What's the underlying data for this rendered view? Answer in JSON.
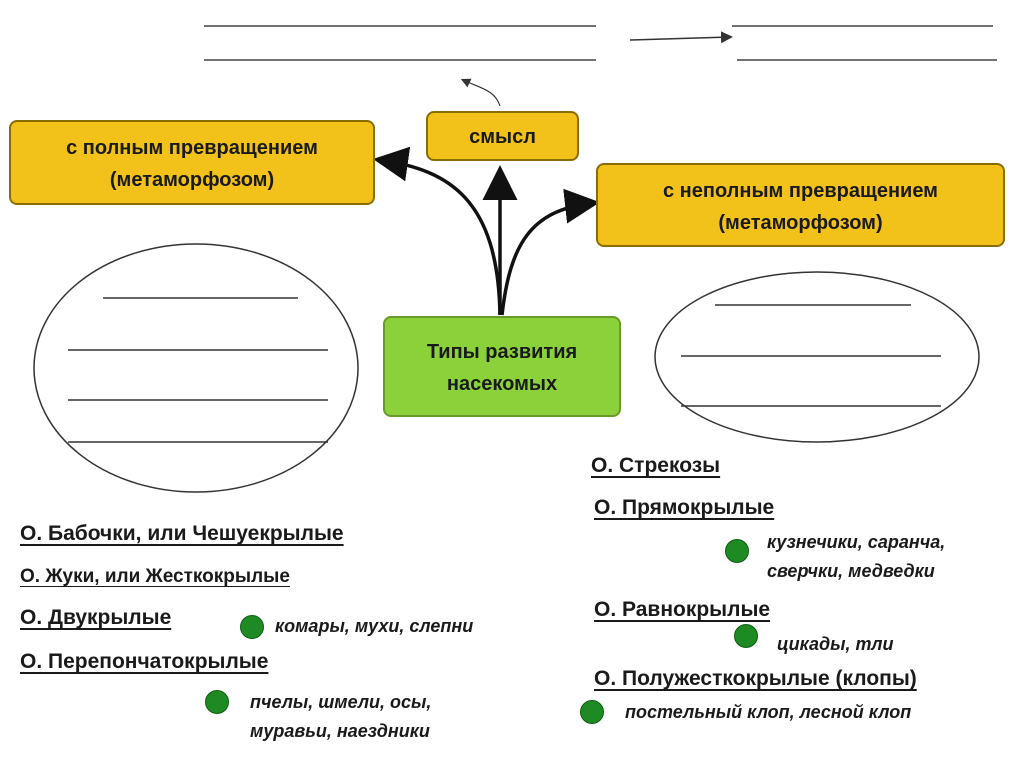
{
  "center_node": {
    "line1": "Типы развития",
    "line2": "насекомых"
  },
  "complete_node": {
    "line1": "с полным превращением",
    "line2": "(метаморфозом)"
  },
  "incomplete_node": {
    "line1": "с неполным превращением",
    "line2": "(метаморфозом)"
  },
  "meaning_node": {
    "label": "смысл"
  },
  "left_orders": [
    {
      "label": "О. Бабочки, или Чешуекрылые"
    },
    {
      "label": "О. Жуки, или Жесткокрылые"
    },
    {
      "label": "О. Двукрылые"
    },
    {
      "label": "О. Перепончатокрылые"
    }
  ],
  "left_examples": [
    {
      "line1": "комары, мухи, слепни",
      "line2": ""
    },
    {
      "line1": "пчелы, шмели, осы,",
      "line2": "муравьи, наездники"
    }
  ],
  "right_orders": [
    {
      "label": "О. Стрекозы"
    },
    {
      "label": "О. Прямокрылые"
    },
    {
      "label": "О. Равнокрылые"
    },
    {
      "label": "О. Полужесткокрылые (клопы)"
    }
  ],
  "right_examples": [
    {
      "line1": "кузнечики, саранча,",
      "line2": "сверчки, медведки"
    },
    {
      "line1": "цикады, тли",
      "line2": ""
    },
    {
      "line1": "постельный клоп, лесной клоп",
      "line2": ""
    }
  ],
  "colors": {
    "gold": "#f2c21b",
    "green": "#8bd23a",
    "dot": "#1e8a24"
  }
}
